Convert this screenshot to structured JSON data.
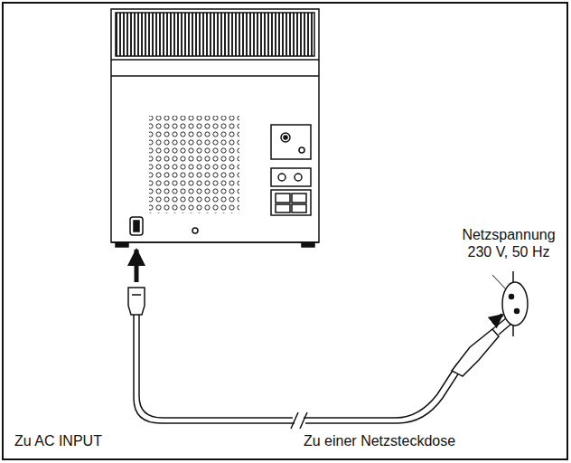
{
  "diagram": {
    "labels": [
      "Netzspannung 230 V, 50 Hz",
      "Zu AC INPUT",
      "Zu einer Netzsteckdose"
    ]
  }
}
